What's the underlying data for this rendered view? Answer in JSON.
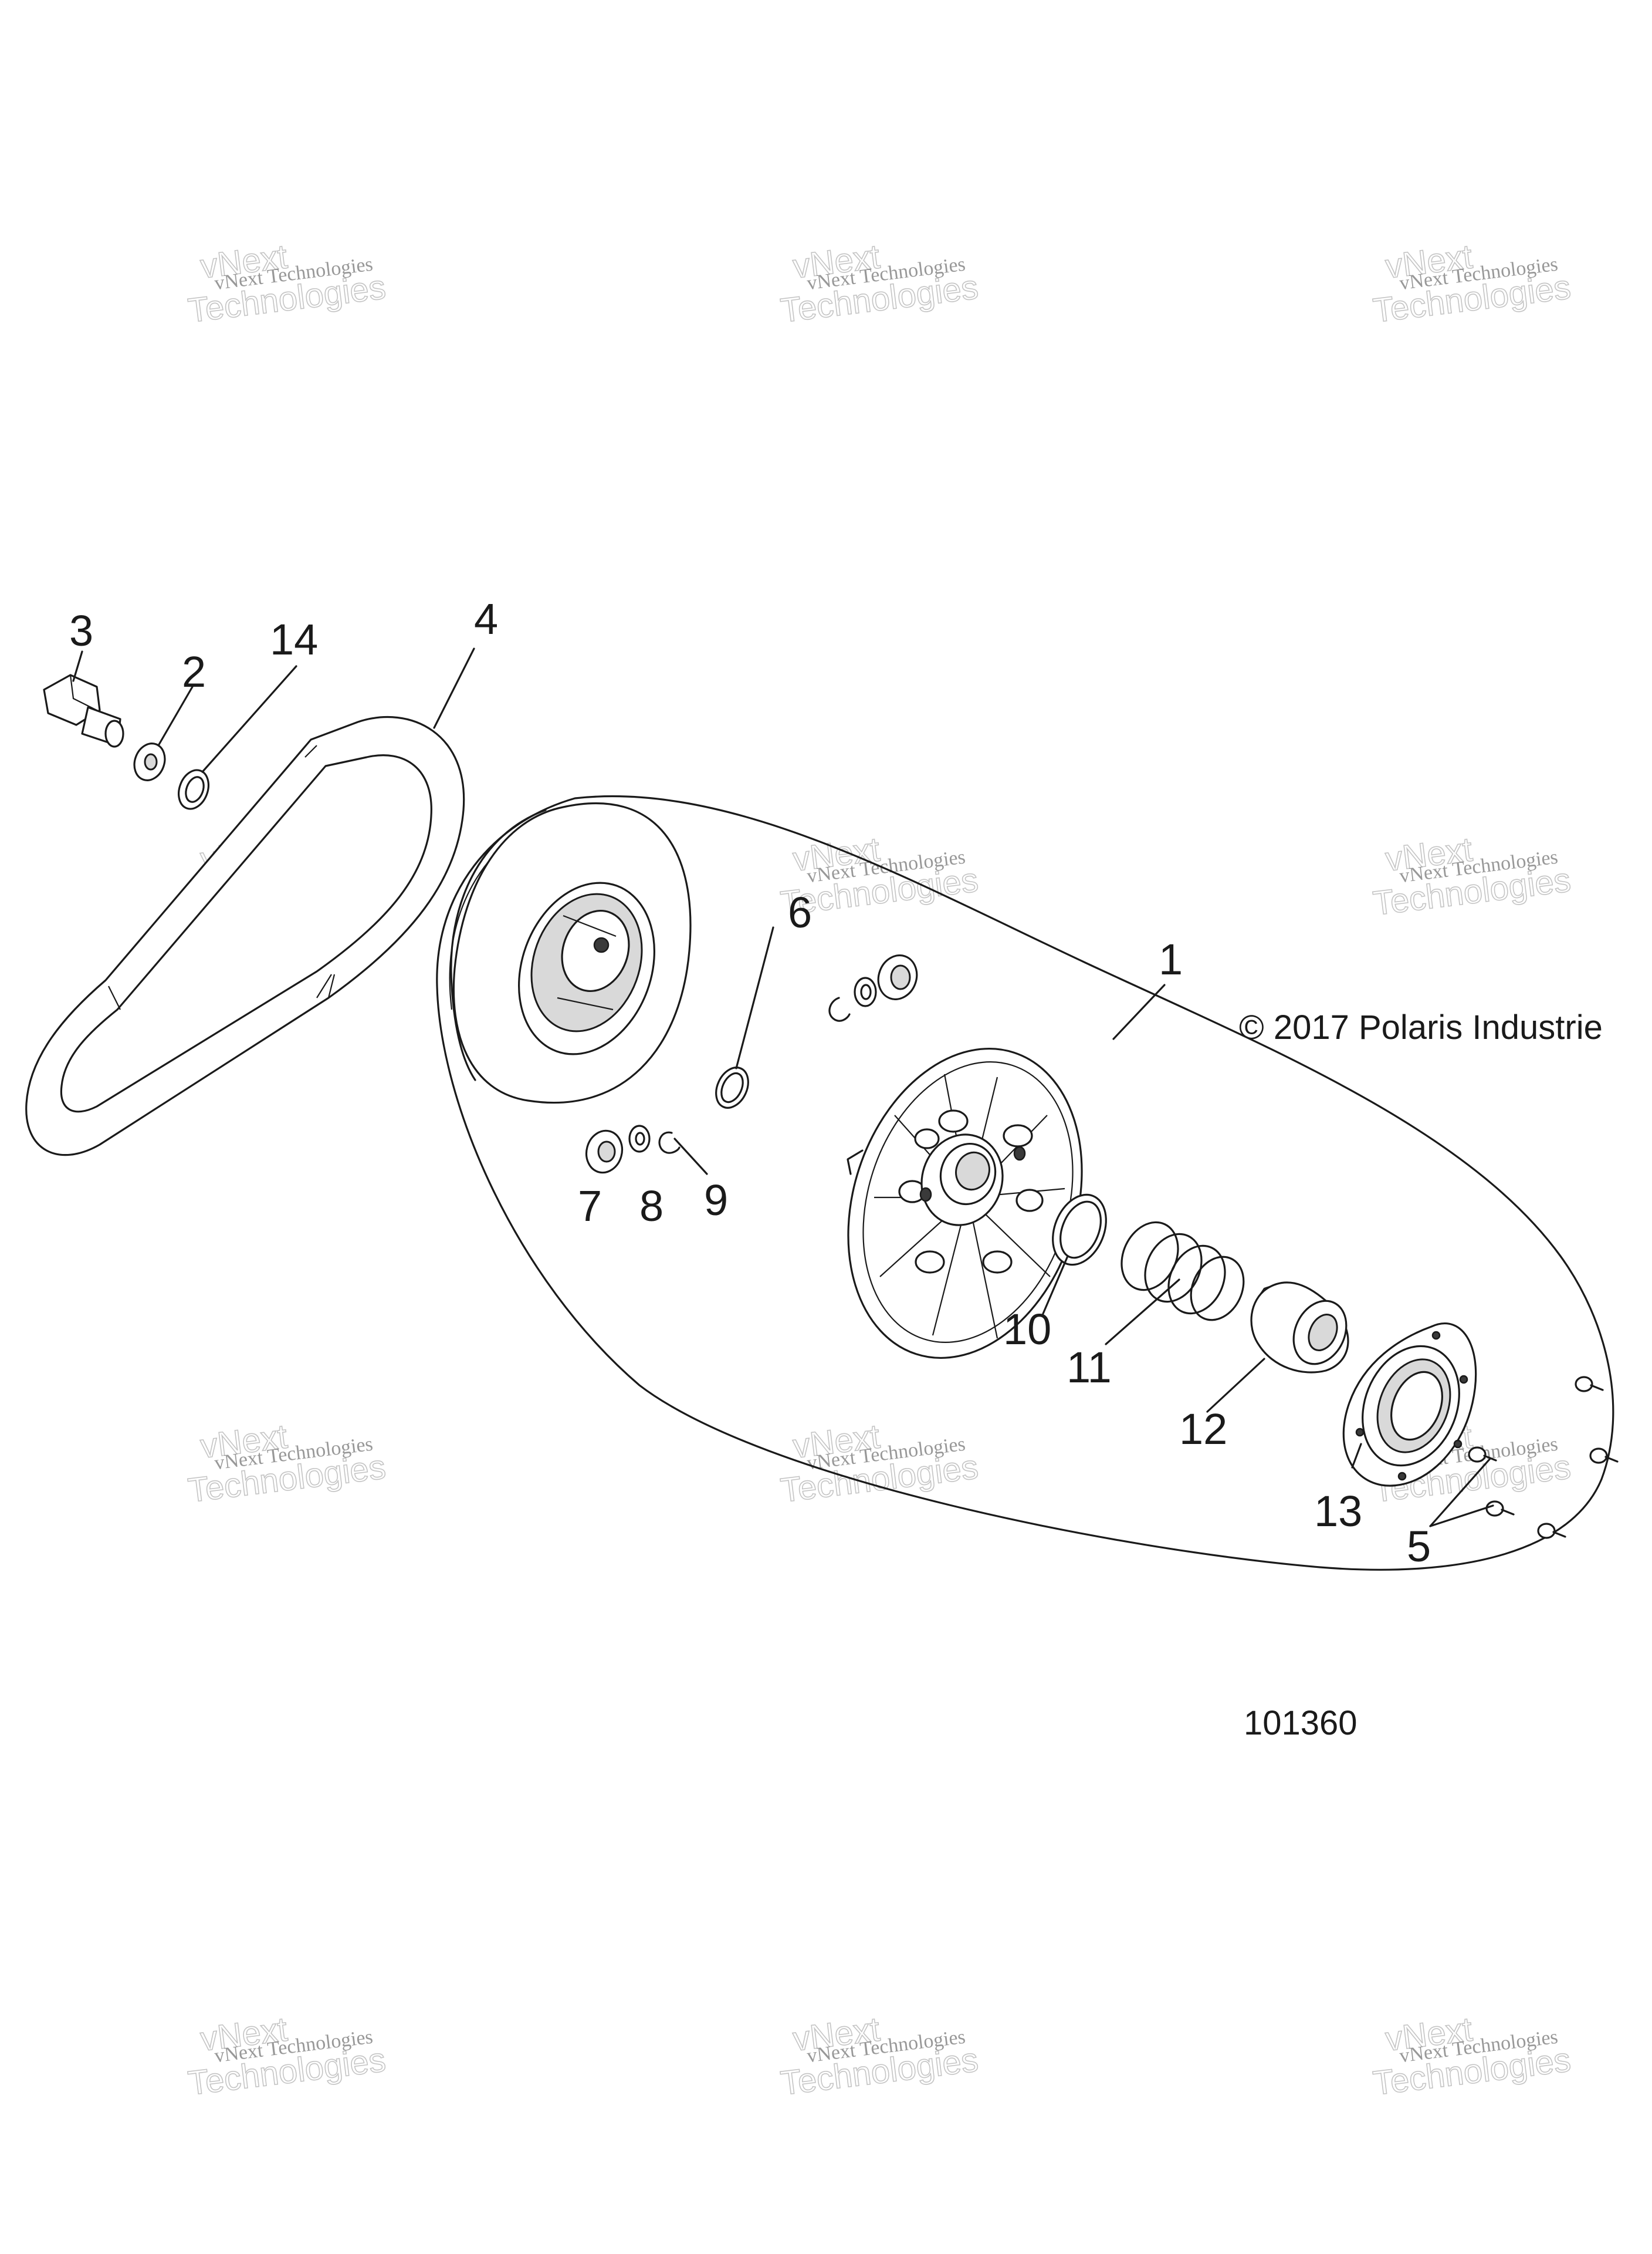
{
  "callouts": {
    "c1": "1",
    "c2": "2",
    "c3": "3",
    "c4": "4",
    "c5": "5",
    "c6": "6",
    "c7": "7",
    "c8": "8",
    "c9": "9",
    "c10": "10",
    "c11": "11",
    "c12": "12",
    "c13": "13",
    "c14": "14"
  },
  "copyright": "© 2017 Polaris Industrie",
  "figure_number": "101360",
  "watermark": {
    "line1": "vNext Technologies",
    "line2": "Technologies",
    "line3": "vNext"
  }
}
